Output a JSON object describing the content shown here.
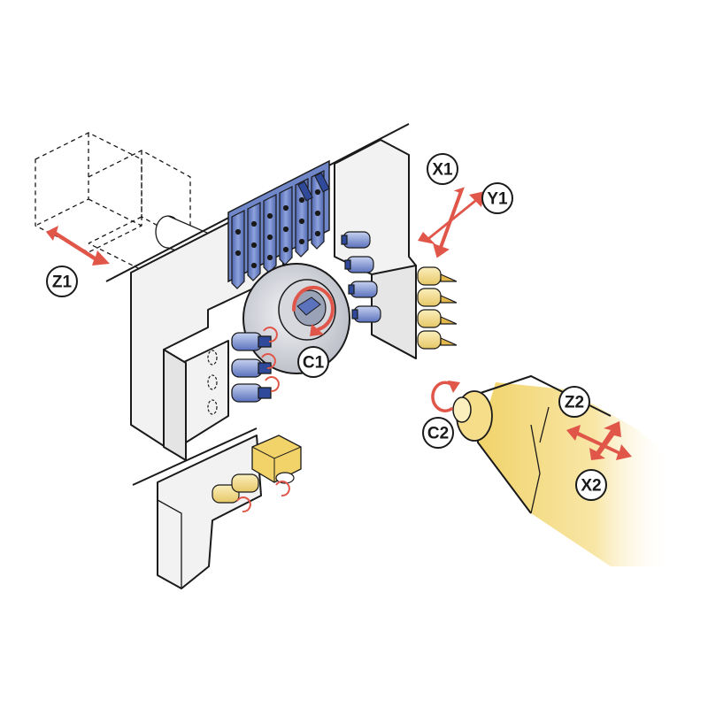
{
  "axis_labels": {
    "z1": "Z1",
    "x1": "X1",
    "y1": "Y1",
    "c1": "C1",
    "c2": "C2",
    "z2": "Z2",
    "x2": "X2"
  },
  "colors": {
    "arrow": "#e0574a",
    "tool_blue": "#6f86c9",
    "tool_gold": "#f3dc84",
    "frame": "#f1f1f1",
    "spindle": "#f1d36a",
    "outline": "#1a1a1a"
  },
  "icons": {
    "axis_arrow": "double-headed-arrow-icon",
    "rotation": "rotation-arrow-icon"
  }
}
